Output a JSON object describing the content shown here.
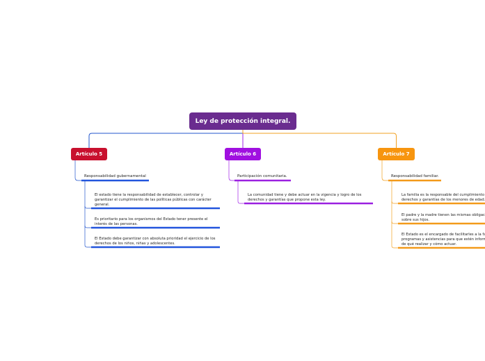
{
  "root": {
    "label": "Ley de protección integral.",
    "color": "#6a2c8f"
  },
  "branches": [
    {
      "label": "Artículo 5",
      "color": "#c8102e",
      "line_color": "#2255cc",
      "sub_label": "Responsabilidad gubernamental",
      "sub_underline": "#2255dd",
      "items": [
        "El estado tiene la responsabilidad de establecer, controlar y garantizar el cumplimiento de las políticas públicas con carácter general.",
        "Es prioritario para los organismos del Estado tener presente el interés de las personas.",
        "El Estado debe garantizar con absoluta prioridad el ejercicio de los derechos de los niños, niñas y adolescentes."
      ]
    },
    {
      "label": "Artículo 6",
      "color": "#a010e0",
      "line_color": "#a020e8",
      "sub_label": "Participación comunitaria.",
      "sub_underline": "#9b20e0",
      "items": [
        "La comunidad tiene y debe actuar en la vigencia y logro de los derechos y garantías que propone esta ley."
      ]
    },
    {
      "label": "Artículo 7",
      "color": "#f7950f",
      "line_color": "#f2a020",
      "sub_label": "Responsabilidad familiar.",
      "sub_underline": "#f39a1a",
      "items": [
        "La familia es la responsable del cumplimiento de los derechos y garantías de los menores de edad.",
        "El padre y la madre tienen las mismas obligaciones sobre sus hijos.",
        "El Estado es el encargado de facilitarles a la familia programas y asistencias para que estén informados de qué realizar y cómo actuar."
      ]
    }
  ]
}
